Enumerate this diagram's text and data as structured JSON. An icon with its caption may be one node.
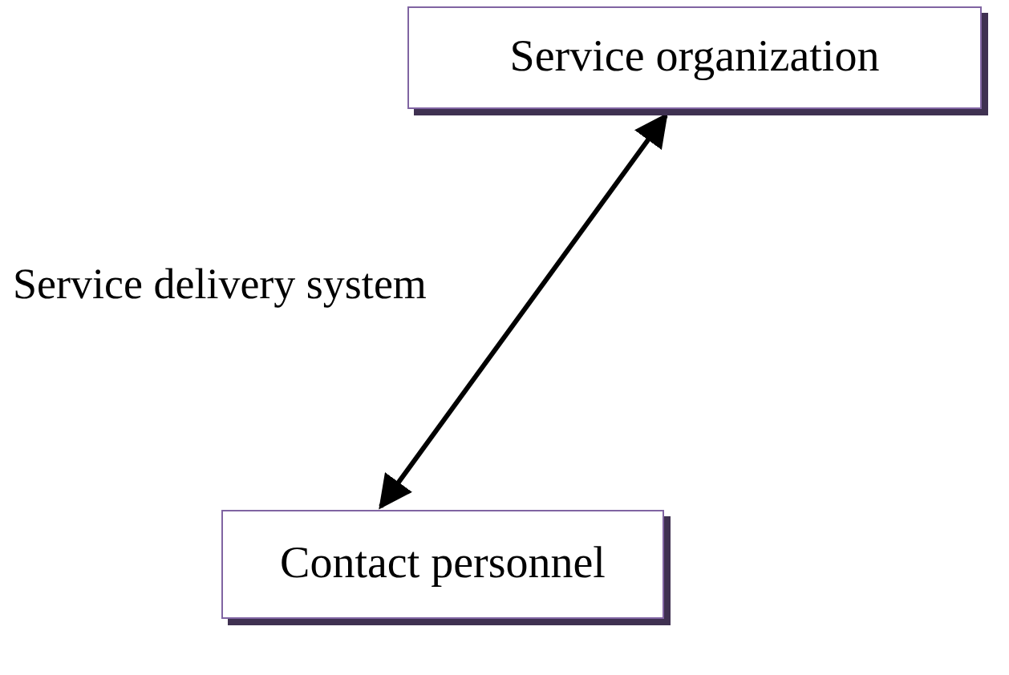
{
  "diagram": {
    "nodes": [
      {
        "text": [
          "Service organization"
        ]
      },
      {
        "text": [
          "Contact personnel"
        ]
      }
    ],
    "edges": [
      {
        "from": 0,
        "to": 1,
        "arrow": "both"
      }
    ],
    "labels": [
      "Service delivery system"
    ]
  }
}
